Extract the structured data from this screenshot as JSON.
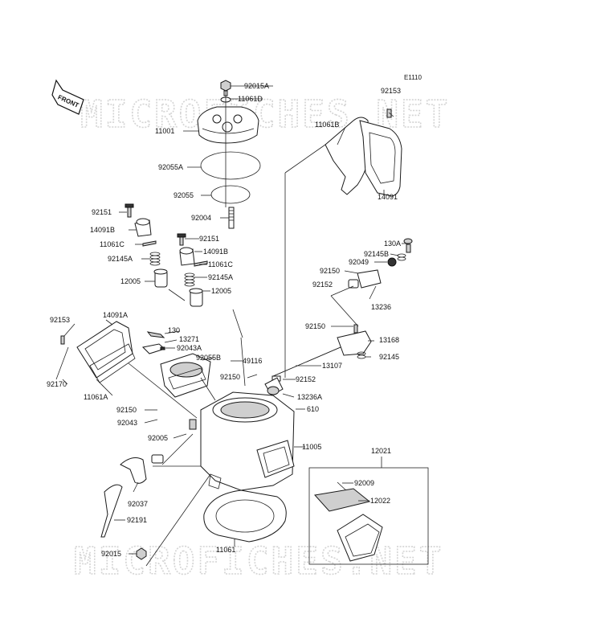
{
  "figure_code": "E1110",
  "front_label": "FRONT",
  "watermark_text": "MICROFICHES.NET",
  "labels": {
    "l_92015A": "92015A",
    "l_11061D": "11061D",
    "l_92153_top": "92153",
    "l_11001": "11001",
    "l_11061B_top": "11061B",
    "l_92055A": "92055A",
    "l_14091_top": "14091",
    "l_92055": "92055",
    "l_92004": "92004",
    "l_92151_left": "92151",
    "l_14091B_left": "14091B",
    "l_92151_mid": "92151",
    "l_11061C_left": "11061C",
    "l_92145A_left": "92145A",
    "l_14091B_mid": "14091B",
    "l_11061C_mid": "11061C",
    "l_130A": "130A",
    "l_92145B": "92145B",
    "l_92049": "92049",
    "l_92150_r1": "92150",
    "l_12005_left": "12005",
    "l_92145A_mid": "92145A",
    "l_92152_r1": "92152",
    "l_12005_mid": "12005",
    "l_13236": "13236",
    "l_92153_left": "92153",
    "l_14091A": "14091A",
    "l_92150_r2": "92150",
    "l_130": "130",
    "l_13271": "13271",
    "l_13168": "13168",
    "l_92043A": "92043A",
    "l_92055B": "92055B",
    "l_49116": "49116",
    "l_92145": "92145",
    "l_13107": "13107",
    "l_92150_c": "92150",
    "l_92152_c": "92152",
    "l_92170": "92170",
    "l_11061A": "11061A",
    "l_13236A": "13236A",
    "l_92150_l": "92150",
    "l_610": "610",
    "l_92043": "92043",
    "l_12021": "12021",
    "l_92005": "92005",
    "l_11005": "11005",
    "l_92009": "92009",
    "l_92037": "92037",
    "l_12022": "12022",
    "l_92191": "92191",
    "l_92015": "92015",
    "l_11061_bot": "11061"
  }
}
